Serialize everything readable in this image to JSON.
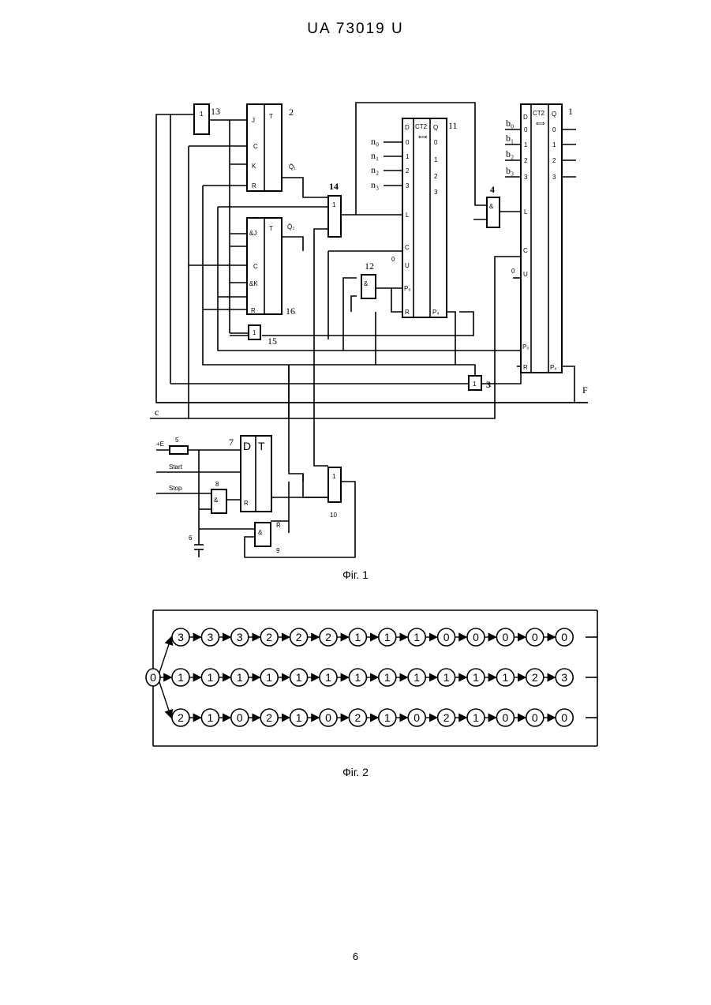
{
  "header": {
    "patent_number": "UA   73019   U"
  },
  "figure1": {
    "caption": "Фіг. 1",
    "block_numbers": {
      "b1": "1",
      "b2": "2",
      "b3": "3",
      "b4": "4",
      "b5": "5",
      "b6": "6",
      "b7": "7",
      "b8": "8",
      "b9": "9",
      "b10": "10",
      "b11": "11",
      "b12": "12",
      "b13": "13",
      "b14": "14",
      "b15": "15",
      "b16": "16"
    },
    "signal_labels": {
      "start": "Start",
      "stop": "Stop",
      "plus_e": "+E",
      "c": "c",
      "f": "F",
      "rbar": "R̄"
    },
    "counter11": {
      "title": "CT2",
      "left_pins": [
        "D",
        "0",
        "1",
        "2",
        "3",
        "L",
        "C",
        "U",
        "P₀",
        "R"
      ],
      "right_pins": [
        "Q",
        "0",
        "1",
        "2",
        "3",
        "P₄"
      ],
      "inputs": [
        "n₀",
        "n₁",
        "n₂",
        "n₃"
      ],
      "u_value": "0"
    },
    "counter1": {
      "title": "CT2",
      "left_pins": [
        "D",
        "0",
        "1",
        "2",
        "3",
        "L",
        "C",
        "U",
        "P₀",
        "R"
      ],
      "right_pins": [
        "Q",
        "0",
        "1",
        "2",
        "3",
        "P₄"
      ],
      "inputs": [
        "b₀",
        "b₁",
        "b₂",
        "b₃"
      ],
      "u_value": "0"
    },
    "jk2": {
      "pins": [
        "J",
        "C",
        "K",
        "R"
      ],
      "title": "T",
      "output": "Q̄₁"
    },
    "jk16": {
      "pins": [
        "&J",
        "C",
        "&K",
        "R"
      ],
      "title": "T",
      "output": "Q̄₂"
    },
    "dff7": {
      "d": "D",
      "t": "T",
      "r": "R"
    },
    "gates": {
      "or_symbol": "1",
      "and_symbol": "&"
    }
  },
  "figure2": {
    "caption": "Фіг. 2",
    "start": "0",
    "rows": [
      [
        "3",
        "3",
        "3",
        "2",
        "2",
        "2",
        "1",
        "1",
        "1",
        "0",
        "0",
        "0",
        "0",
        "0"
      ],
      [
        "1",
        "1",
        "1",
        "1",
        "1",
        "1",
        "1",
        "1",
        "1",
        "1",
        "1",
        "1",
        "2",
        "3"
      ],
      [
        "2",
        "1",
        "0",
        "2",
        "1",
        "0",
        "2",
        "1",
        "0",
        "2",
        "1",
        "0",
        "0",
        "0"
      ]
    ]
  },
  "footer": {
    "page_number": "6"
  }
}
